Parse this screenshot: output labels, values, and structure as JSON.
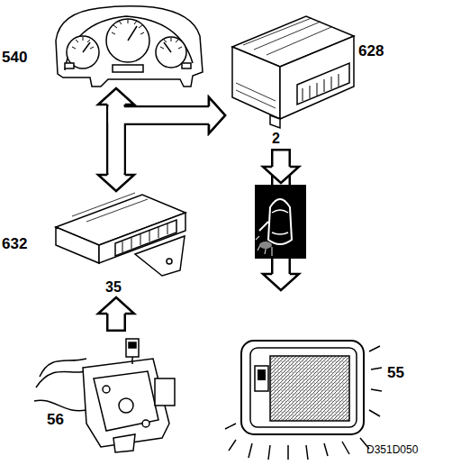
{
  "diagram": {
    "nodes": [
      {
        "text": [
          "540"
        ]
      },
      {
        "text": [
          "628"
        ]
      },
      {
        "text": [
          "632"
        ]
      },
      {
        "text": [
          "56"
        ]
      },
      {
        "text": [
          "55"
        ]
      }
    ],
    "edges": [
      {
        "from": 0,
        "to": 2,
        "arrow": "both"
      },
      {
        "from": 0,
        "to": 1,
        "arrow": "to"
      },
      {
        "from": 2,
        "to": 1,
        "arrow": "to"
      },
      {
        "from": 3,
        "to": 2,
        "arrow": "to"
      },
      {
        "from": 1,
        "to": 4,
        "arrow": "to"
      }
    ],
    "labels": [
      "2",
      "35",
      "D351D050"
    ]
  }
}
